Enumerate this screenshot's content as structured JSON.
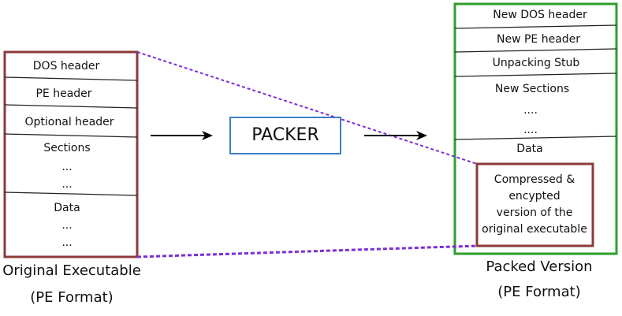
{
  "original": {
    "rows": [
      "DOS header",
      "PE header",
      "Optional header",
      "Sections",
      "...",
      "...",
      "Data",
      "...",
      "..."
    ],
    "caption_line1": "Original Executable",
    "caption_line2": "(PE Format)"
  },
  "packer": {
    "label": "PACKER"
  },
  "packed": {
    "rows": [
      "New DOS header",
      "New PE header",
      "Unpacking Stub",
      "New Sections",
      "....",
      "....",
      "Data"
    ],
    "compressed_lines": [
      "Compressed & encypted",
      "version of the",
      "original executable"
    ],
    "caption_line1": "Packed Version",
    "caption_line2": "(PE Format)"
  },
  "colors": {
    "original_border": "#8b3a3a",
    "packed_border": "#2e9e2e",
    "packer_border": "#3d7ec9",
    "dashed_line": "#7a2ed6",
    "arrow": "#000000"
  }
}
